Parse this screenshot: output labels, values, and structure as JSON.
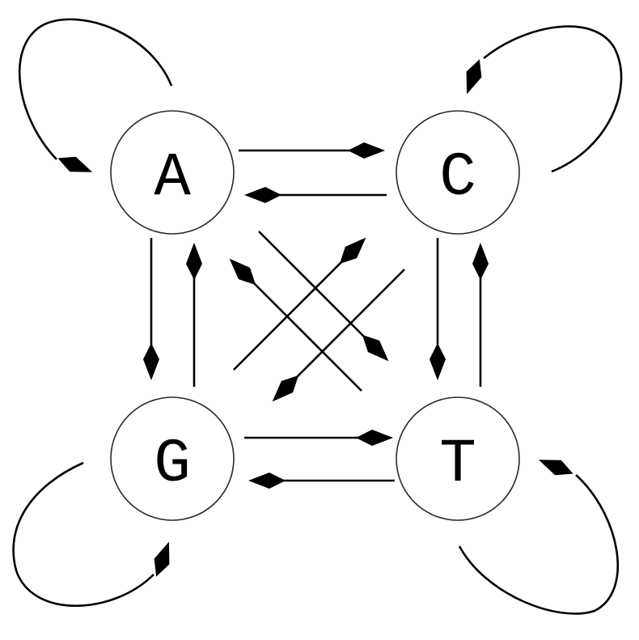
{
  "nodes": [
    {
      "id": "A",
      "label": "A"
    },
    {
      "id": "C",
      "label": "C"
    },
    {
      "id": "G",
      "label": "G"
    },
    {
      "id": "T",
      "label": "T"
    }
  ],
  "edges": [
    {
      "from": "A",
      "to": "A"
    },
    {
      "from": "C",
      "to": "C"
    },
    {
      "from": "G",
      "to": "G"
    },
    {
      "from": "T",
      "to": "T"
    },
    {
      "from": "A",
      "to": "C"
    },
    {
      "from": "C",
      "to": "A"
    },
    {
      "from": "A",
      "to": "G"
    },
    {
      "from": "G",
      "to": "A"
    },
    {
      "from": "C",
      "to": "T"
    },
    {
      "from": "T",
      "to": "C"
    },
    {
      "from": "G",
      "to": "T"
    },
    {
      "from": "T",
      "to": "G"
    },
    {
      "from": "A",
      "to": "T"
    },
    {
      "from": "T",
      "to": "A"
    },
    {
      "from": "G",
      "to": "C"
    },
    {
      "from": "C",
      "to": "G"
    }
  ],
  "colors": {
    "stroke": "#000000",
    "node_fill": "#ffffff",
    "node_stroke": "#2a2a2a"
  }
}
